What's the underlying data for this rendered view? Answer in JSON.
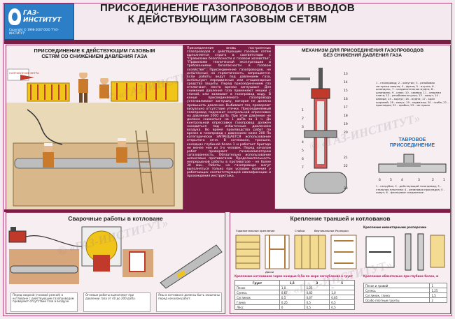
{
  "logo": {
    "brand": "ГАЗ-ИНСТИТУТ",
    "sub": "Copyright © 1998-2007 ООО \"ГАЗ-ИНСТИТУТ\""
  },
  "title": {
    "line1": "ПРИСОЕДИНЕНИЕ ГАЗОПРОВОДОВ И ВВОДОВ",
    "line2": "К ДЕЙСТВУЮЩИМ ГАЗОВЫМ СЕТЯМ"
  },
  "watermark": "© «ГАЗ-ИНСТИТУТ»",
  "panel_left": {
    "heading_line1": "ПРИСОЕДИНЕНИЕ К ДЕЙСТВУЮЩИМ ГАЗОВЫМ",
    "heading_line2": "СЕТЯМ СО СНИЖЕНИЕМ ДАВЛЕНИЯ ГАЗА",
    "wind_label": "НАПРАВЛЕНИЕ ВЕТРА"
  },
  "center_text": "Присоединение вновь построенных газопроводов к действующим газовым сетям выполняется строго в соответствии с \"Правилами безопасности в газовом хозяйстве\", \"Правилами технической эксплуатации и требованиями безопасности в газовом хозяйстве\". Присоединение газопроводов, не испытанных на герметичность, запрещается. Если работы ведут под давлением газа, используют передвижные или стационарные средства защиты. Перед присоединением газ отключают, место врезки заглушают. Для снижения давления газа применяют мешки с глиной, или заливают в газопровод воду. В конце присоединяемого газопровода устанавливают заглушку, которая не должна превышать давления. Выбивают газ, проверяют визуально отсутствие утечки. Присоединяемый газопровод подлежит контрольной опрессовке на давление 2000 даПа. При этом давление не должно снижаться на 1 даПа за 1 ч. До контрольной опрессовки газопровод должен находиться под избыточным давлением воздуха. Во время производства работ по врезке в газопровод с давлением ниже 200 Па категорически ЗАПРЕЩАЕТСЯ использование открытого огня. В котловане, траншее, колодцах глубиной более 1 м работает бригада не менее чем из 3-х человек. Перед началом работ проверяют газоанализатором загазованность. Обязательно использование шланговых противогазов. Продолжительность непрерывной работы в противогазе - не более 30 мин. Работы на газопроводе могут выполняться только при условии наличия у работающих соответствующей квалификации и прохождения инструктажа.",
  "panel_right": {
    "heading_line1": "МЕХАНИЗМ ДЛЯ ПРИСОЕДИНЕНИЯ ГАЗОПРОВОДОВ",
    "heading_line2": "БЕЗ СНИЖЕНИЯ ДАВЛЕНИЯ ГАЗА",
    "numbers_left": [
      "1",
      "2",
      "3",
      "4",
      "5",
      "6",
      "7"
    ],
    "numbers_right": [
      "13",
      "14",
      "15",
      "16",
      "17",
      "18",
      "19",
      "20",
      "21",
      "22",
      "23"
    ],
    "legend": "1 - газопровод; 2 - хомутик; 3 - резьбовая заглушка сверла; 4 - фреза; 5 - втулка; 6 - шпиндель; 7 - соединительная муфта; 8 - шпиндель; 9 - ключ; 10 - камера; 11 - опорная плита; 12 - резьбовая втулка; 13 - хомут; 14 - камера; 15 - корпус; 16 - муфта; 17 - кран шаровой; 18 - хомут; 19 - задвижка; 20 - скоба; 21 - прокладка; 22 - пробка; 23 - заглушка",
    "tee_title_line1": "ТАВРОВОЕ",
    "tee_title_line2": "ПРИСОЕДИНЕНИЕ",
    "tee_numbers": [
      "1",
      "2",
      "3",
      "4",
      "5",
      "6"
    ],
    "tee_legend": "1 - патрубок; 2 - действующий газопровод; 3 - стальная пластина; 4 - резиновая прокладка; 5 - хомут; 6 - фланцевое соединение"
  },
  "panel_welding": {
    "heading": "Сварочные работы в котловане",
    "caption1": "Перед сваркой (газовой резкой) в котловане с действующим газопроводом проверяют отсутствие газа в воздухе.",
    "caption2": "Огневые работы выполняют при давлении газа от 40 до 200 даПа.",
    "caption3": "Ямы в котловане должны быть засыпаны перед началом работ."
  },
  "panel_trench": {
    "heading": "Крепление траншей и котлованов",
    "label_horizontal": "Горизонтальное крепление",
    "label_vertical": "Вертикальное",
    "label_struts": "Стойки",
    "label_spacers": "Распорки",
    "label_boards": "Доски",
    "label_inventory": "Крепление инвентарными распорками",
    "table_title": "Крепление котлованов через каждые 0,5м по мере заглубления в грунт",
    "table_headers": [
      "Грунт",
      "1,5",
      "3",
      "5"
    ],
    "table_rows": [
      [
        "Песок",
        "1,0",
        "1,25",
        "—"
      ],
      [
        "Супесь",
        "0,67",
        "0,85",
        "1,0"
      ],
      [
        "Суглинок",
        "0,5",
        "0,67",
        "0,85"
      ],
      [
        "Глина",
        "0,25",
        "0,5",
        "0,5"
      ],
      [
        "Лёсс",
        "0",
        "0,5",
        "0,5"
      ]
    ],
    "right_table_title": "Крепление обязательно при глубине более, м",
    "right_rows": [
      [
        "Песок и гравий",
        "1"
      ],
      [
        "Супесь",
        "1,25"
      ],
      [
        "Суглинок, глина",
        "1,5"
      ],
      [
        "Особо плотные грунты",
        "2"
      ]
    ]
  }
}
